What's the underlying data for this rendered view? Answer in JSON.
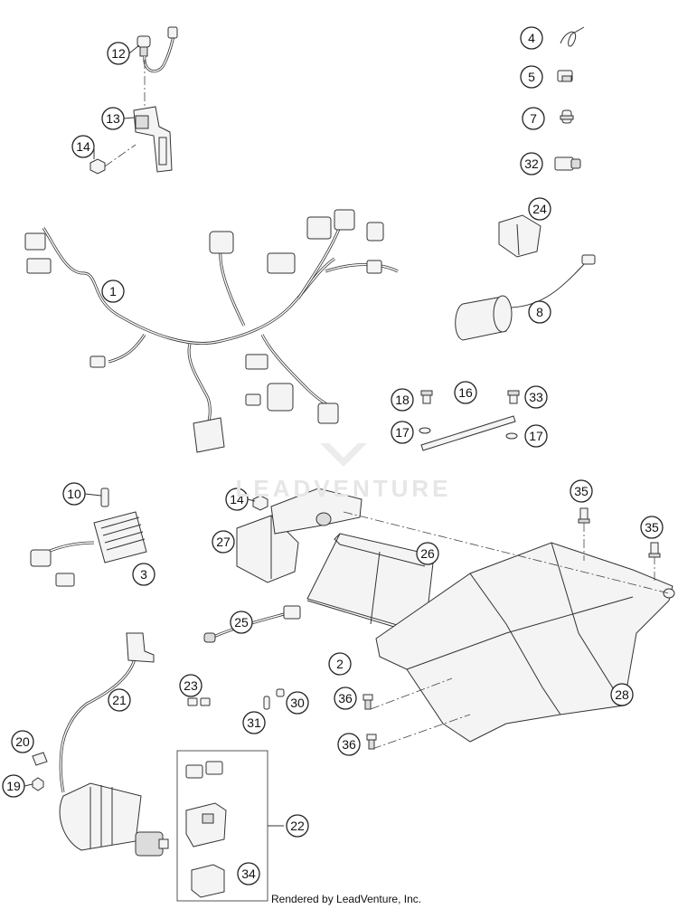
{
  "watermark": {
    "text": "LEADVENTURE"
  },
  "credit": "Rendered by LeadVenture, Inc.",
  "callouts": [
    {
      "id": "c12",
      "label": "12"
    },
    {
      "id": "c13",
      "label": "13"
    },
    {
      "id": "c14a",
      "label": "14"
    },
    {
      "id": "c4",
      "label": "4"
    },
    {
      "id": "c5",
      "label": "5"
    },
    {
      "id": "c7",
      "label": "7"
    },
    {
      "id": "c32",
      "label": "32"
    },
    {
      "id": "c24",
      "label": "24"
    },
    {
      "id": "c1",
      "label": "1"
    },
    {
      "id": "c8",
      "label": "8"
    },
    {
      "id": "c18",
      "label": "18"
    },
    {
      "id": "c16",
      "label": "16"
    },
    {
      "id": "c33",
      "label": "33"
    },
    {
      "id": "c17a",
      "label": "17"
    },
    {
      "id": "c17b",
      "label": "17"
    },
    {
      "id": "c10",
      "label": "10"
    },
    {
      "id": "c3",
      "label": "3"
    },
    {
      "id": "c14b",
      "label": "14"
    },
    {
      "id": "c27",
      "label": "27"
    },
    {
      "id": "c26",
      "label": "26"
    },
    {
      "id": "c35a",
      "label": "35"
    },
    {
      "id": "c35b",
      "label": "35"
    },
    {
      "id": "c25",
      "label": "25"
    },
    {
      "id": "c2",
      "label": "2"
    },
    {
      "id": "c21",
      "label": "21"
    },
    {
      "id": "c23",
      "label": "23"
    },
    {
      "id": "c30",
      "label": "30"
    },
    {
      "id": "c31",
      "label": "31"
    },
    {
      "id": "c36a",
      "label": "36"
    },
    {
      "id": "c36b",
      "label": "36"
    },
    {
      "id": "c28",
      "label": "28"
    },
    {
      "id": "c20",
      "label": "20"
    },
    {
      "id": "c19",
      "label": "19"
    },
    {
      "id": "c22",
      "label": "22"
    },
    {
      "id": "c34",
      "label": "34"
    }
  ]
}
